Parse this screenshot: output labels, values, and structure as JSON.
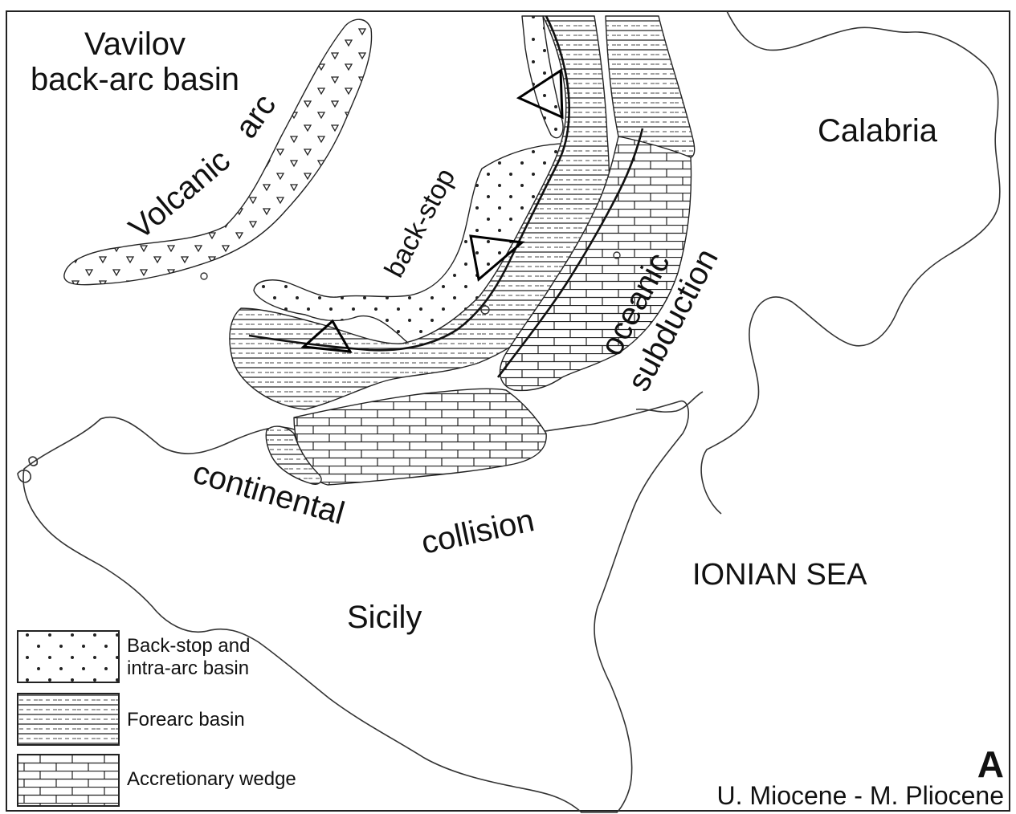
{
  "labels": {
    "vavilov_line1": "Vavilov",
    "vavilov_line2": "back-arc basin",
    "volcanic": "Volcanic",
    "arc": "arc",
    "backstop": "back-stop",
    "calabria": "Calabria",
    "oceanic": "oceanic",
    "subduction": "subduction",
    "continental": "continental",
    "collision": "collision",
    "ionian_sea": "IONIAN SEA",
    "sicily": "Sicily",
    "panel": "A",
    "age": "U. Miocene - M. Pliocene"
  },
  "legend": {
    "backstop_line1": "Back-stop and",
    "backstop_line2": "intra-arc basin",
    "forearc": "Forearc basin",
    "accretionary": "Accretionary wedge"
  }
}
